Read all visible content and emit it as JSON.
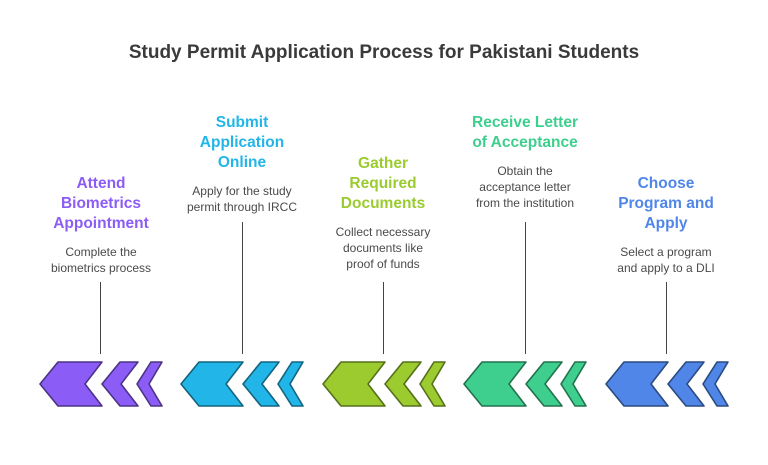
{
  "title": "Study Permit Application Process for Pakistani Students",
  "steps": [
    {
      "heading": "Attend\nBiometrics\nAppointment",
      "description": "Complete the\nbiometrics process",
      "color": "#8b5cf6"
    },
    {
      "heading": "Submit\nApplication\nOnline",
      "description": "Apply for the study\npermit through IRCC",
      "color": "#22b5e8"
    },
    {
      "heading": "Gather\nRequired\nDocuments",
      "description": "Collect necessary\ndocuments like\nproof of funds",
      "color": "#9bcb2f"
    },
    {
      "heading": "Receive Letter\nof Acceptance",
      "description": "Obtain the\nacceptance letter\nfrom the institution",
      "color": "#3ecf8e"
    },
    {
      "heading": "Choose\nProgram and\nApply",
      "description": "Select a program\nand apply to a DLI",
      "color": "#4f86e8"
    }
  ]
}
